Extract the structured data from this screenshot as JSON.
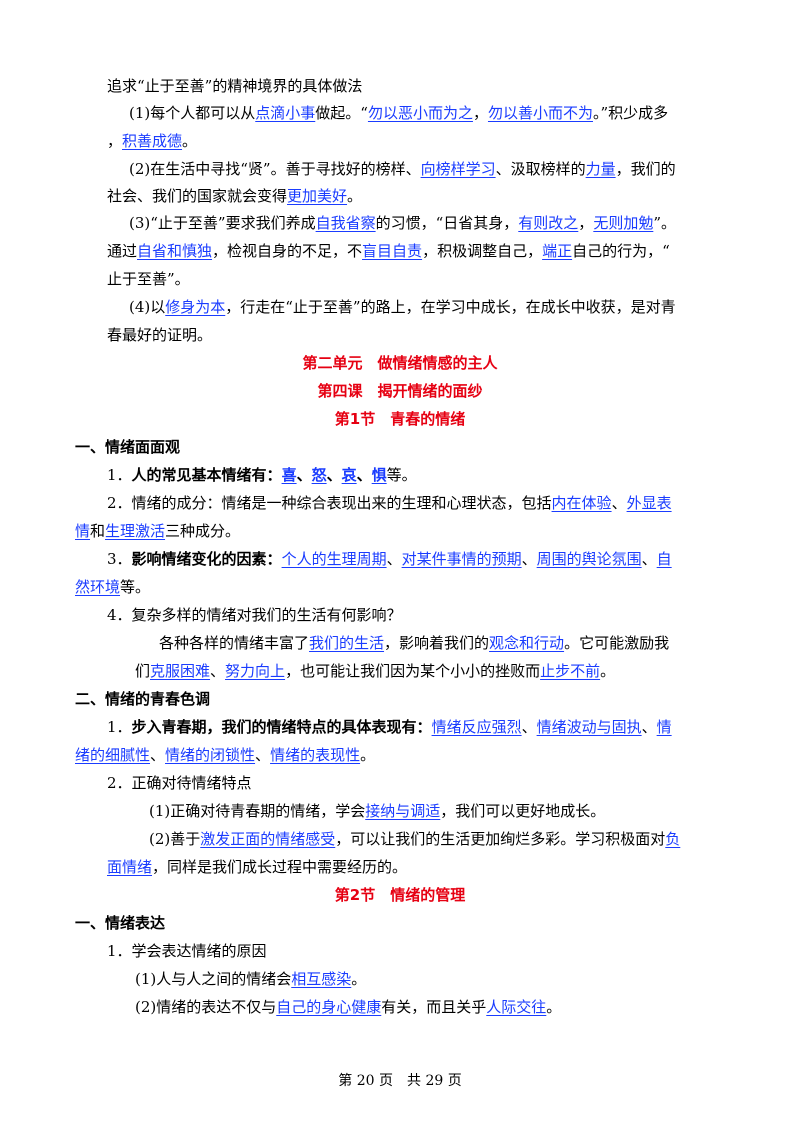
{
  "intro": {
    "heading": "追求“止于至善”的精神境界的具体做法",
    "p1": [
      "(1)每个人都可以从",
      "点滴小事",
      "做起。“",
      "勿以恶小而为之",
      "，",
      "勿以善小而不为",
      "。”积少成多",
      "，",
      "积善成德",
      "。"
    ],
    "p2": [
      "(2)在生活中寻找“贤”。善于寻找好的榜样、",
      "向榜样学习",
      "、汲取榜样的",
      "力量",
      "，我们的",
      "社会、我们的国家就会变得",
      "更加美好",
      "。"
    ],
    "p3": [
      "(3)“止于至善”要求我们养成",
      "自我省察",
      "的习惯，“日省其身，",
      "有则改之",
      "，",
      "无则加勉",
      "”。",
      "通过",
      "自省和慎独",
      "，检视自身的不足，不",
      "盲目自责",
      "，积极调整自己，",
      "端正",
      "自己的行为，“",
      "止于至善”。"
    ],
    "p4": [
      "(4)以",
      "修身为本",
      "，行走在“止于至善”的路上，在学习中成长，在成长中收获，是对青",
      "春最好的证明。"
    ]
  },
  "unit_title": "第二单元　做情绪情感的主人",
  "lesson_title": "第四课　揭开情绪的面纱",
  "section1_title": "第1节　青春的情绪",
  "part1": {
    "heading": "一、情绪面面观",
    "q1": [
      "1．",
      "人的常见基本情绪有：",
      "喜",
      "、",
      "怒",
      "、",
      "哀",
      "、",
      "惧",
      "等。"
    ],
    "q2": [
      "2．情绪的成分：情绪是一种综合表现出来的生理和心理状态，包括",
      "内在体验",
      "、",
      "外显表",
      "情",
      "和",
      "生理激活",
      "三种成分。"
    ],
    "q3": [
      "3．",
      "影响情绪变化的因素：",
      "个人的生理周期",
      "、",
      "对某件事情的预期",
      "、",
      "周围的舆论氛围",
      "、",
      "自",
      "然环境",
      "等。"
    ],
    "q4": [
      "4．复杂多样的情绪对我们的生活有何影响？"
    ],
    "q4a": [
      "各种各样的情绪丰富了",
      "我们的生活",
      "，影响着我们的",
      "观念和行动",
      "。它可能激励我",
      "们",
      "克服困难",
      "、",
      "努力向上",
      "，也可能让我们因为某个小小的挫败而",
      "止步不前",
      "。"
    ]
  },
  "part2": {
    "heading": "二、情绪的青春色调",
    "q1": [
      "1．",
      "步入青春期，我们的情绪特点的具体表现有：",
      "情绪反应强烈",
      "、",
      "情绪波动与固执",
      "、",
      "情",
      "绪的细腻性",
      "、",
      "情绪的闭锁性",
      "、",
      "情绪的表现性",
      "。"
    ],
    "q2": [
      "2．正确对待情绪特点"
    ],
    "q2a": [
      "(1)正确对待青春期的情绪，学会",
      "接纳与调适",
      "，我们可以更好地成长。"
    ],
    "q2b": [
      "(2)善于",
      "激发正面的情绪感受",
      "，可以让我们的生活更加绚烂多彩。学习积极面对",
      "负",
      "面情绪",
      "，同样是我们成长过程中需要经历的。"
    ]
  },
  "section2_title": "第2节　情绪的管理",
  "part3": {
    "heading": "一、情绪表达",
    "q1": [
      "1．学会表达情绪的原因"
    ],
    "q1a": [
      "(1)人与人之间的情绪会",
      "相互感染",
      "。"
    ],
    "q1b": [
      "(2)情绪的表达不仅与",
      "自己的身心健康",
      "有关，而且关乎",
      "人际交往",
      "。"
    ]
  },
  "footer": "第 20 页　共 29 页",
  "colors": {
    "keyword": "#1a3cff",
    "title": "#e60012"
  }
}
